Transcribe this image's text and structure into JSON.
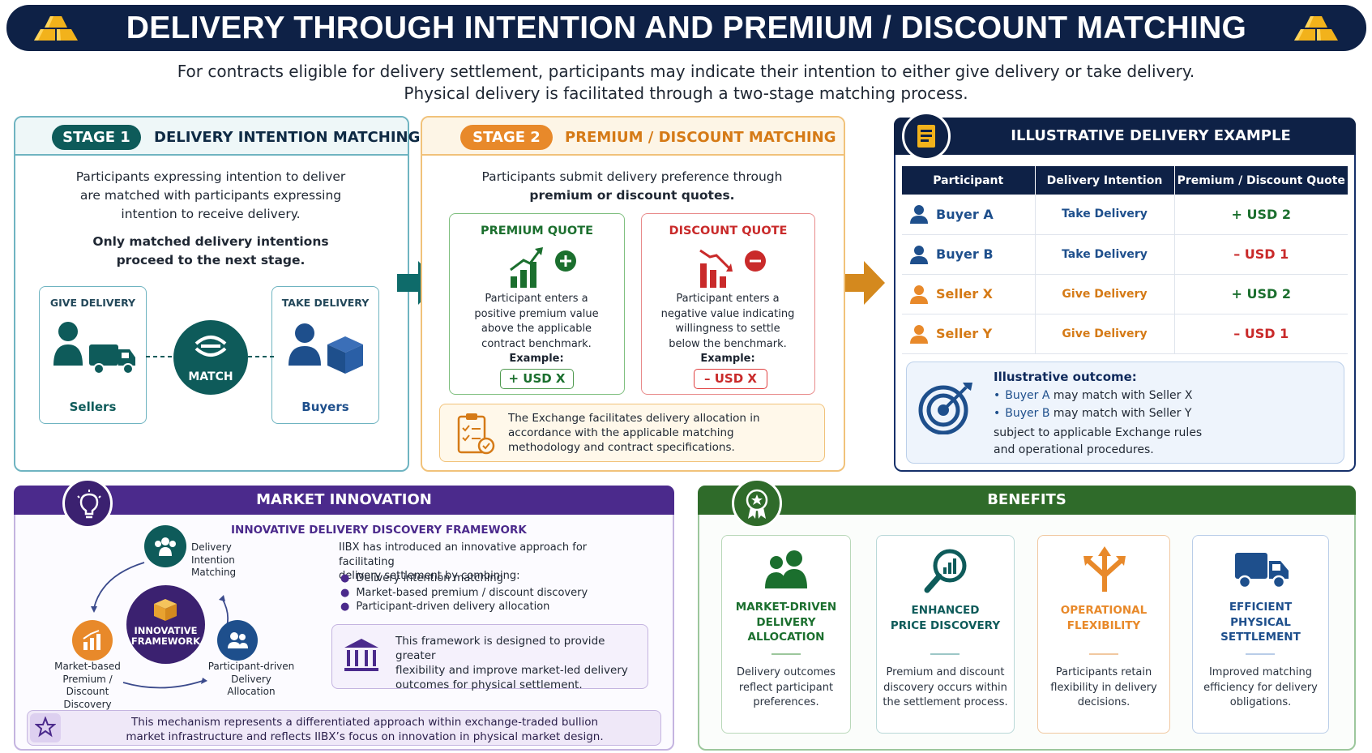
{
  "header": {
    "title": "DELIVERY THROUGH INTENTION AND PREMIUM / DISCOUNT MATCHING",
    "icon_left": "gold-bars-icon",
    "icon_right": "gold-bars-icon"
  },
  "intro": {
    "line1": "For contracts eligible for delivery settlement, participants may indicate their intention to either give delivery or take delivery.",
    "line2": "Physical delivery is facilitated through a two-stage matching process."
  },
  "stage1": {
    "pill": "STAGE 1",
    "title": "DELIVERY INTENTION MATCHING",
    "desc_lines": [
      "Participants expressing intention to deliver",
      "are matched with participants expressing",
      "intention to receive delivery."
    ],
    "note_lines": [
      "Only matched delivery intentions",
      "proceed to the next stage."
    ],
    "give_label": "GIVE DELIVERY",
    "take_label": "TAKE DELIVERY",
    "sellers": "Sellers",
    "buyers": "Buyers",
    "match": "MATCH"
  },
  "stage2": {
    "pill": "STAGE 2",
    "title": "PREMIUM / DISCOUNT MATCHING",
    "desc1": "Participants submit delivery preference through",
    "desc2": "premium or discount quotes.",
    "premium": {
      "title": "PREMIUM QUOTE",
      "desc_lines": [
        "Participant enters a",
        "positive premium value",
        "above the applicable",
        "contract benchmark."
      ],
      "example_label": "Example:",
      "example": "+ USD X"
    },
    "discount": {
      "title": "DISCOUNT QUOTE",
      "desc_lines": [
        "Participant enters a",
        "negative value indicating",
        "willingness to settle",
        "below the benchmark."
      ],
      "example_label": "Example:",
      "example": "– USD X"
    },
    "note_lines": [
      "The Exchange facilitates delivery allocation in",
      "accordance with the applicable matching",
      "methodology and contract specifications."
    ]
  },
  "example": {
    "title": "ILLUSTRATIVE DELIVERY EXAMPLE",
    "headers": [
      "Participant",
      "Delivery Intention",
      "Premium / Discount Quote"
    ],
    "rows": [
      {
        "name": "Buyer A",
        "intention": "Take Delivery",
        "quote": "+ USD 2"
      },
      {
        "name": "Buyer B",
        "intention": "Take Delivery",
        "quote": "– USD 1"
      },
      {
        "name": "Seller X",
        "intention": "Give Delivery",
        "quote": "+ USD 2"
      },
      {
        "name": "Seller Y",
        "intention": "Give Delivery",
        "quote": "– USD 1"
      }
    ],
    "outcome_title": "Illustrative outcome:",
    "outcome_1a": "Buyer A",
    "outcome_1b": " may match with Seller X",
    "outcome_2a": "Buyer B",
    "outcome_2b": " may match with Seller Y",
    "outcome_3": "subject to applicable Exchange rules",
    "outcome_4": "and operational procedures."
  },
  "innovation": {
    "title": "MARKET INNOVATION",
    "framework_title": "INNOVATIVE DELIVERY DISCOVERY FRAMEWORK",
    "desc_lines": [
      "IIBX has introduced an innovative approach for facilitating",
      "delivery settlement by combining:"
    ],
    "bullets": [
      "Delivery intention matching",
      "Market-based premium / discount discovery",
      "Participant-driven delivery allocation"
    ],
    "note_lines": [
      "This framework is designed to provide greater",
      "flexibility and improve market-led delivery",
      "outcomes for physical settlement."
    ],
    "center_lines": [
      "INNOVATIVE",
      "FRAMEWORK"
    ],
    "node1_lines": [
      "Delivery",
      "Intention",
      "Matching"
    ],
    "node2_lines": [
      "Market-based",
      "Premium /",
      "Discount",
      "Discovery"
    ],
    "node3_lines": [
      "Participant-driven",
      "Delivery",
      "Allocation"
    ],
    "footer_lines": [
      "This mechanism represents a differentiated approach within exchange-traded bullion",
      "market infrastructure and reflects IIBX’s focus on innovation in physical market design."
    ]
  },
  "benefits": {
    "title": "BENEFITS",
    "cards": [
      {
        "title_lines": [
          "MARKET-DRIVEN",
          "DELIVERY",
          "ALLOCATION"
        ],
        "desc_lines": [
          "Delivery outcomes",
          "reflect participant",
          "preferences."
        ],
        "icon": "people-icon",
        "color": "#1b6f2e"
      },
      {
        "title_lines": [
          "ENHANCED",
          "PRICE DISCOVERY"
        ],
        "desc_lines": [
          "Premium and discount",
          "discovery occurs within",
          "the settlement process."
        ],
        "icon": "magnifier-chart-icon",
        "color": "#0e5b5a"
      },
      {
        "title_lines": [
          "OPERATIONAL",
          "FLEXIBILITY"
        ],
        "desc_lines": [
          "Participants retain",
          "flexibility in delivery",
          "decisions."
        ],
        "icon": "split-arrows-icon",
        "color": "#e8892a"
      },
      {
        "title_lines": [
          "EFFICIENT",
          "PHYSICAL",
          "SETTLEMENT"
        ],
        "desc_lines": [
          "Improved matching",
          "efficiency for delivery",
          "obligations."
        ],
        "icon": "truck-icon",
        "color": "#1e4f8c"
      }
    ]
  }
}
